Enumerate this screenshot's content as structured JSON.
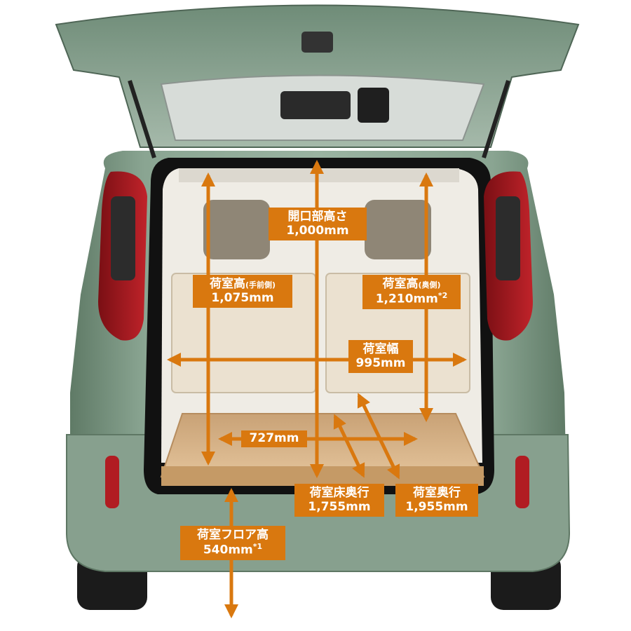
{
  "colors": {
    "accent": "#d9780f",
    "body_green": "#7f9a86",
    "cargo_floor": "#d8b48c"
  },
  "labels": {
    "opening_height": {
      "title": "開口部高さ",
      "value": "1,000mm"
    },
    "height_front": {
      "title": "荷室高",
      "qualifier": "(手前側)",
      "value": "1,075mm"
    },
    "height_rear": {
      "title": "荷室高",
      "qualifier": "(奥側)",
      "value": "1,210mm",
      "note": "*2"
    },
    "width": {
      "title": "荷室幅",
      "value": "995mm"
    },
    "inner_width": {
      "value": "727mm"
    },
    "floor_depth": {
      "title": "荷室床奥行",
      "value": "1,755mm"
    },
    "depth": {
      "title": "荷室奥行",
      "value": "1,955mm"
    },
    "floor_height": {
      "title": "荷室フロア高",
      "value": "540mm",
      "note": "*1"
    }
  }
}
